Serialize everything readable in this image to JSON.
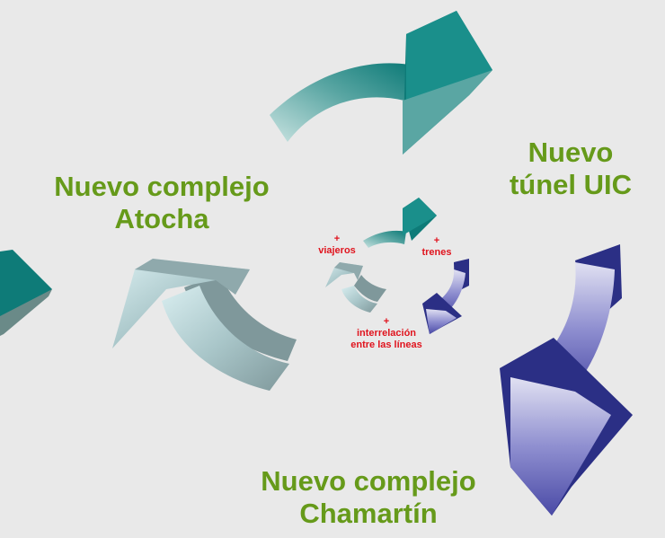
{
  "labels": {
    "atocha": {
      "line1": "Nuevo complejo",
      "line2": "Atocha"
    },
    "uic": {
      "line1": "Nuevo",
      "line2": "túnel UIC"
    },
    "chamartin": {
      "line1": "Nuevo complejo",
      "line2": "Chamartín"
    }
  },
  "benefits": {
    "viajeros": {
      "sign": "+",
      "text": "viajeros"
    },
    "trenes": {
      "sign": "+",
      "text": "trenes"
    },
    "interrelacion": {
      "sign": "+",
      "line1": "interrelación",
      "line2": "entre las líneas"
    }
  },
  "colors": {
    "label_green": "#669a1a",
    "benefit_red": "#e0141e",
    "teal": "#0e7b78",
    "grey": "#7f989b",
    "navy": "#2b2f85",
    "background": "#e9e9e9"
  }
}
